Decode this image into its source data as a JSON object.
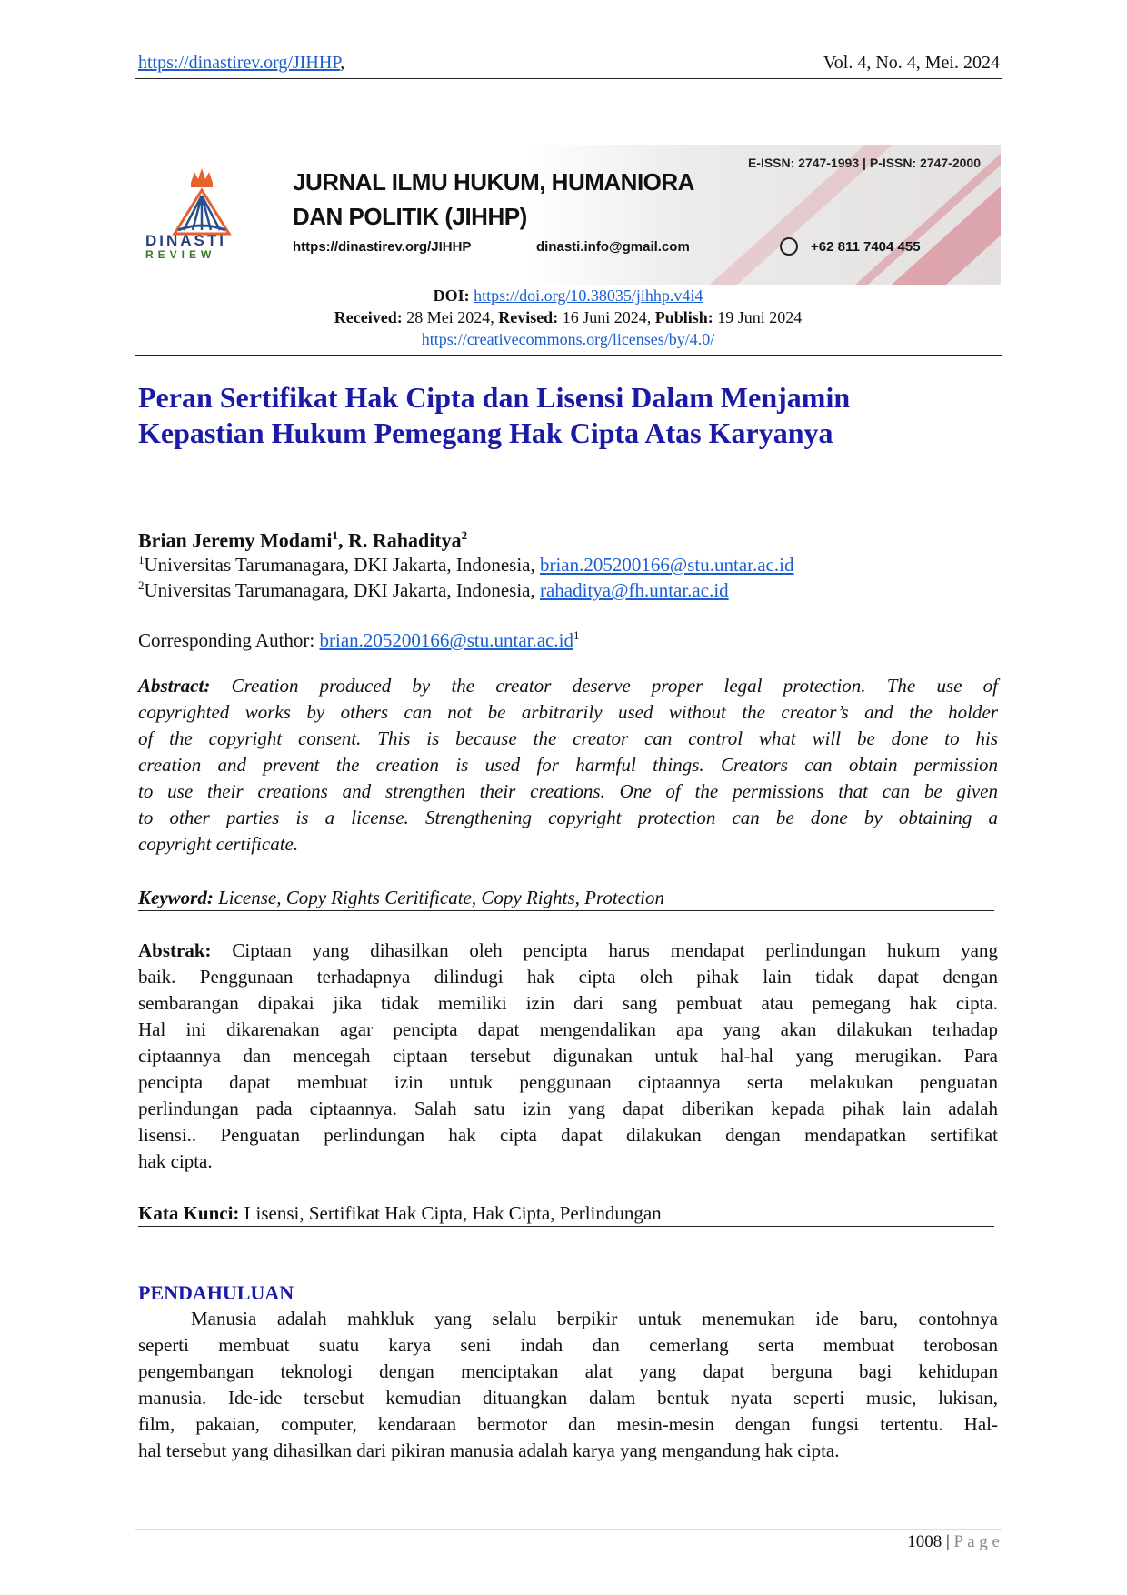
{
  "header": {
    "url": "https://dinastirev.org/JIHHP",
    "url_suffix": ",",
    "volume": "Vol. 4, No. 4, Mei. 2024"
  },
  "banner": {
    "logo_text_1": "DINASTI",
    "logo_text_2": "REVIEW",
    "issn": "E-ISSN: 2747-1993 | P-ISSN: 2747-2000",
    "journal_line1": "JURNAL ILMU HUKUM, HUMANIORA",
    "journal_line2": "DAN POLITIK (JIHHP)",
    "website": "https://dinastirev.org/JIHHP",
    "email": "dinasti.info@gmail.com",
    "phone": "+62 811 7404 455"
  },
  "meta": {
    "doi_label": "DOI:",
    "doi": "https://doi.org/10.38035/jihhp.v4i4",
    "received_label": "Received:",
    "received": " 28 Mei 2024, ",
    "revised_label": "Revised:",
    "revised": " 16 Juni  2024, ",
    "publish_label": "Publish:",
    "publish": " 19 Juni  2024",
    "license": "https://creativecommons.org/licenses/by/4.0/"
  },
  "title": {
    "line1": "Peran Sertifikat Hak Cipta dan Lisensi Dalam Menjamin",
    "line2": "Kepastian Hukum Pemegang  Hak Cipta Atas Karyanya"
  },
  "authors": {
    "a1": "Brian Jeremy Modami",
    "s1": "1",
    "sep": ", ",
    "a2": "R. Rahaditya",
    "s2": "2",
    "aff1_sup": "1",
    "aff1": "Universitas Tarumanagara, DKI Jakarta, Indonesia, ",
    "aff1_email": "brian.205200166@stu.untar.ac.id",
    "aff2_sup": "2",
    "aff2": "Universitas Tarumanagara, DKI Jakarta, Indonesia, ",
    "aff2_email": "rahaditya@fh.untar.ac.id",
    "corr_label": "Corresponding Author: ",
    "corr_email": "brian.205200166@stu.untar.ac.id",
    "corr_sup": "1"
  },
  "abstract": {
    "label": "Abstract:",
    "lines": [
      " Creation produced by the creator deserve proper legal protection. The use of",
      "copyrighted works by others can not be arbitrarily used without the creator’s and the holder",
      "of the copyright consent. This is because the creator can control what will be done to his",
      "creation and prevent the creation is used for harmful things. Creators can obtain permission",
      "to use their creations and strengthen their creations. One of the permissions that can be given",
      "to other parties is a license. Strengthening copyright protection can be done by obtaining a",
      "copyright certificate."
    ]
  },
  "keyword": {
    "label": "Keyword:",
    "text": " License, Copy Rights Ceritificate, Copy Rights, Protection"
  },
  "abstrak": {
    "label": "Abstrak:",
    "lines": [
      " Ciptaan yang dihasilkan oleh pencipta harus mendapat perlindungan hukum yang",
      "baik. Penggunaan terhadapnya dilindugi hak cipta oleh pihak lain tidak dapat dengan",
      "sembarangan dipakai jika tidak memiliki izin dari sang pembuat atau pemegang hak cipta.",
      "Hal ini dikarenakan agar pencipta dapat mengendalikan apa yang akan dilakukan terhadap",
      "ciptaannya dan mencegah ciptaan tersebut digunakan untuk hal-hal yang merugikan. Para",
      "pencipta dapat membuat izin untuk penggunaan ciptaannya serta melakukan penguatan",
      "perlindungan pada ciptaannya. Salah satu izin yang dapat diberikan kepada pihak lain adalah",
      "lisensi.. Penguatan perlindungan hak cipta dapat dilakukan dengan mendapatkan sertifikat",
      "hak cipta."
    ]
  },
  "kata_kunci": {
    "label": "Kata Kunci:",
    "text": " Lisensi, Sertifikat Hak Cipta, Hak Cipta, Perlindungan"
  },
  "intro": {
    "heading": "PENDAHULUAN",
    "lines": [
      "Manusia adalah mahkluk yang selalu berpikir untuk menemukan ide baru, contohnya",
      "seperti membuat suatu karya seni indah dan cemerlang serta membuat terobosan",
      "pengembangan teknologi dengan menciptakan alat yang dapat berguna bagi kehidupan",
      "manusia. Ide-ide tersebut kemudian dituangkan dalam bentuk nyata seperti music, lukisan,",
      "film, pakaian, computer, kendaraan bermotor dan mesin-mesin dengan fungsi tertentu. Hal-",
      "hal tersebut yang dihasilkan dari pikiran manusia adalah karya yang mengandung hak cipta."
    ]
  },
  "footer": {
    "page": "1008",
    "sep": "|",
    "page_label": "P a g e"
  }
}
